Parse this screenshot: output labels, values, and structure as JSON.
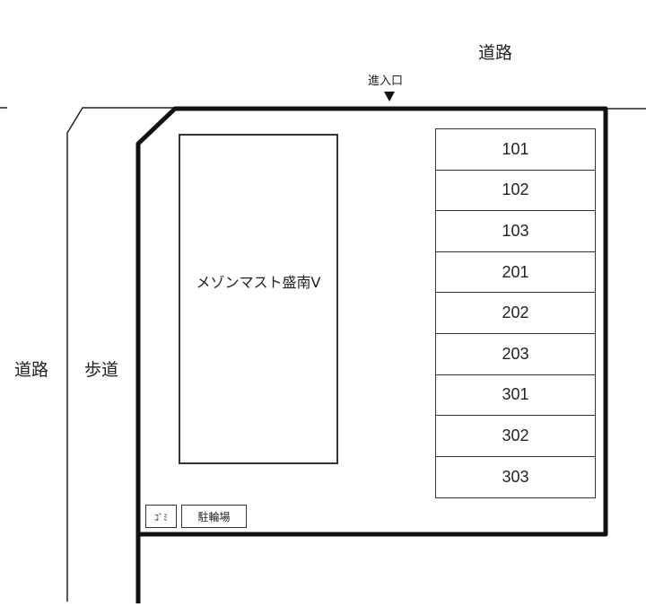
{
  "map": {
    "road_top_label": "道路",
    "entrance_label": "進入口",
    "road_left_label": "道路",
    "sidewalk_label": "歩道",
    "building_name": "メゾンマスト盛南Ⅴ",
    "units": [
      "101",
      "102",
      "103",
      "201",
      "202",
      "203",
      "301",
      "302",
      "303"
    ],
    "garbage_label": "ｺﾞﾐ",
    "bicycle_parking_label": "駐輪場"
  }
}
